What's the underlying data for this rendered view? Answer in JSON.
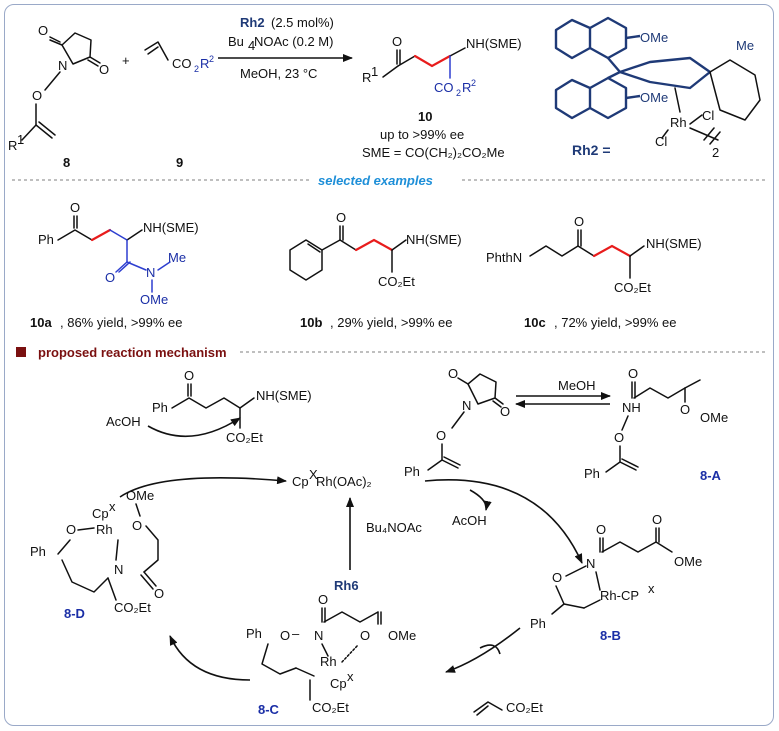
{
  "reaction": {
    "sm1": "8",
    "sm2": "9",
    "plus": "+",
    "r1": "R",
    "sup1": "1",
    "co2r2": "CO",
    "co2r2_sub": "2",
    "co2r2_r": "R",
    "co2r2_sup": "2",
    "cat_name": "Rh2",
    "cat_load": "(2.5 mol%)",
    "additive": "Bu",
    "additive_sub": "4",
    "additive_rest": "NOAc (0.2 M)",
    "conditions": "MeOH, 23 °C",
    "product": "10",
    "ee_note": "up to >99% ee",
    "sme_def": "SME = CO(CH₂)₂CO₂Me",
    "nh_sme": "NH(SME)",
    "rh2_label": "Rh2 =",
    "ome": "OMe",
    "me": "Me",
    "rh": "Rh",
    "cl": "Cl",
    "two": "2"
  },
  "section1": "selected examples",
  "examples": [
    {
      "id": "10a",
      "rest": ", 86% yield, >99% ee"
    },
    {
      "id": "10b",
      "rest": ", 29% yield, >99% ee"
    },
    {
      "id": "10c",
      "rest": ", 72% yield, >99% ee"
    }
  ],
  "labels": {
    "ph": "Ph",
    "phthn": "PhthN",
    "co2et": "CO₂Et",
    "nme": "N",
    "me": "Me",
    "ome": "OMe"
  },
  "section2": "proposed reaction mechanism",
  "mechanism": {
    "cat": "Cp",
    "cat_sup": "X",
    "cat_rest": "Rh(OAc)₂",
    "acoh": "AcOH",
    "bu4noac": "Bu₄NOAc",
    "rh6": "Rh6",
    "meoh": "MeOH",
    "i8a": "8-A",
    "i8b": "8-B",
    "i8c": "8-C",
    "i8d": "8-D",
    "rhcp": "Rh-CP",
    "rhcp_sup": "x",
    "cpx": "Cp",
    "cpx_sup": "x",
    "acrylate": "CO₂Et",
    "o": "O",
    "n": "N",
    "nh": "NH",
    "rh": "Rh"
  }
}
